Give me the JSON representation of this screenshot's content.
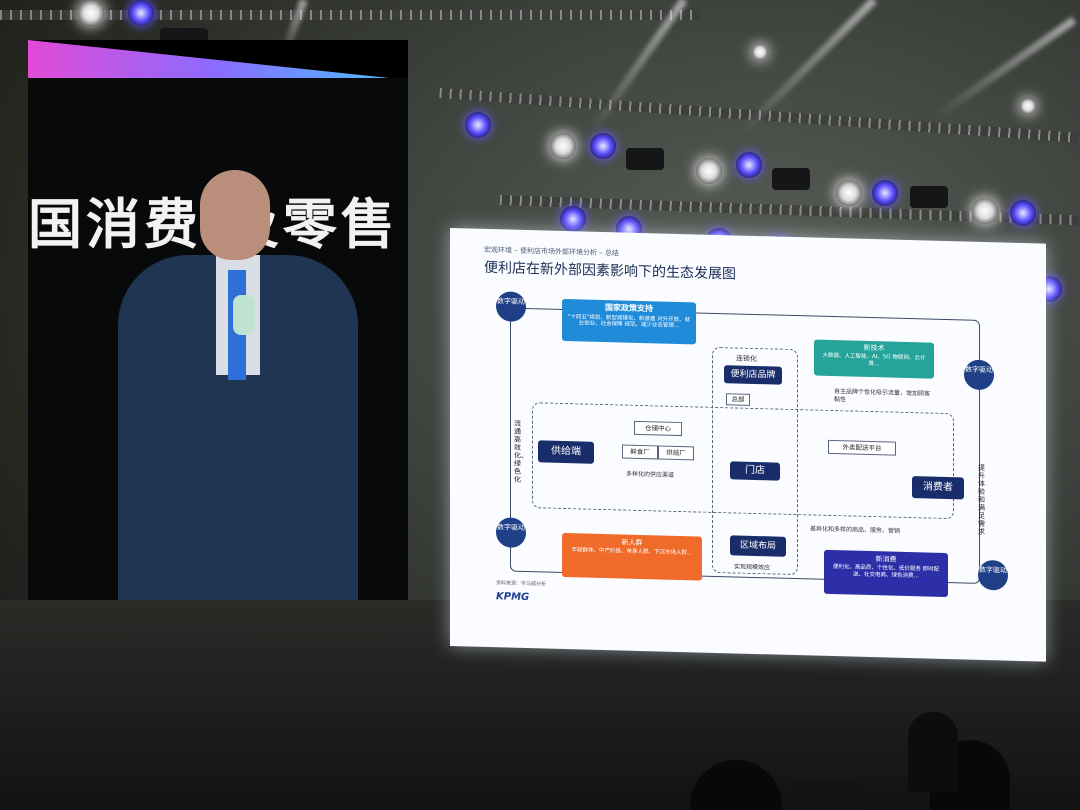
{
  "left_screen": {
    "caption": "国消费 及零售"
  },
  "slide": {
    "breadcrumb": "宏观环境 – 便利店市场外部环境分析 – 总结",
    "title": "便利店在新外部因素影响下的生态发展图",
    "digital_labels": [
      "数字驱动",
      "数字驱动",
      "数字驱动",
      "数字驱动"
    ],
    "policy": {
      "title": "国家政策支持",
      "body": "\"十四五\"规划、新型城镇化、新基建 对外开放、就业创业、社会保障 规范、减少业态管理…"
    },
    "tech": {
      "title": "新技术",
      "body": "大数据、人工智能、AI、5G 物联网、云计算…"
    },
    "chain_label": "连锁化",
    "brand": "便利店品牌",
    "hq": "总部",
    "warehouse": "仓储中心",
    "fresh_factory": "鲜食厂",
    "bakery_factory": "烘焙厂",
    "supply": "供给端",
    "store": "门店",
    "delivery": "外卖配送平台",
    "consumer": "消费者",
    "region": "区域布局",
    "left_side": "流通高效化、绿色化",
    "right_side": "提升体验和满足需求",
    "brand_note": "自主品牌个性化吸引流量，增加顾客黏性",
    "diverse_note": "差异化和多样的商品、服务、营销",
    "supply_note": "多样化的供应渠道",
    "region_note": "实现规模效应",
    "people": {
      "title": "新人群",
      "body": "年轻群体、中产阶级、单身人群、下沉市场人群…"
    },
    "consumption": {
      "title": "新消费",
      "body": "便利化、高品质、个性化、低价服务 即时配送、社交电商、绿色消费…"
    },
    "source": "资料来源：毕马威分析",
    "brand_logo": "KPMG"
  },
  "colors": {
    "slide_bg": "#fbfcff",
    "policy": "#1f8bd9",
    "tech": "#26a39a",
    "people": "#f06a2a",
    "consumption": "#2c2fa7",
    "node": "#1f3f86"
  }
}
